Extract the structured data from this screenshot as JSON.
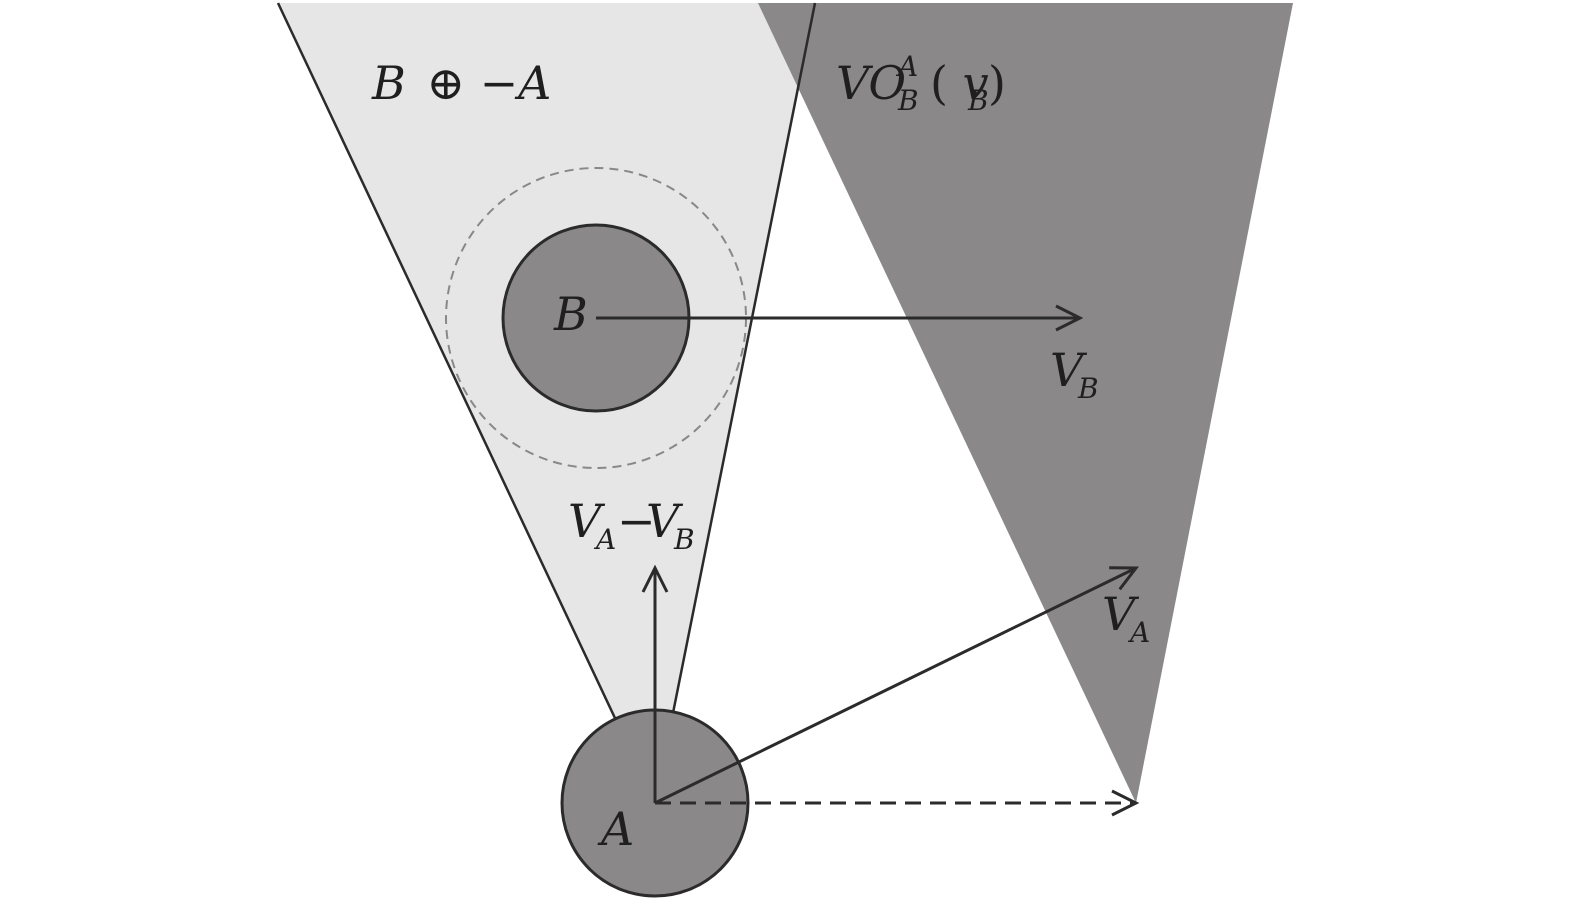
{
  "colors": {
    "minkowski_fill": "#e6e6e6",
    "vo_fill": "#8a8889",
    "agent_fill": "#8a8889",
    "stroke": "#2b2b2b",
    "dashed_circle": "#888888"
  },
  "labels": {
    "minkowski": {
      "base": "B",
      "op": "⊕",
      "neg": "−A"
    },
    "vo": {
      "base": "VO",
      "sup": "A",
      "sub": "B",
      "open": "(",
      "arg": "v",
      "arg_sub": "B",
      "close": ")"
    },
    "agent_b": "B",
    "agent_a": "A",
    "vb": {
      "base": "V",
      "sub": "B"
    },
    "va": {
      "base": "V",
      "sub": "A"
    },
    "va_minus_vb": {
      "base1": "V",
      "sub1": "A",
      "minus": "−",
      "base2": "V",
      "sub2": "B"
    }
  }
}
